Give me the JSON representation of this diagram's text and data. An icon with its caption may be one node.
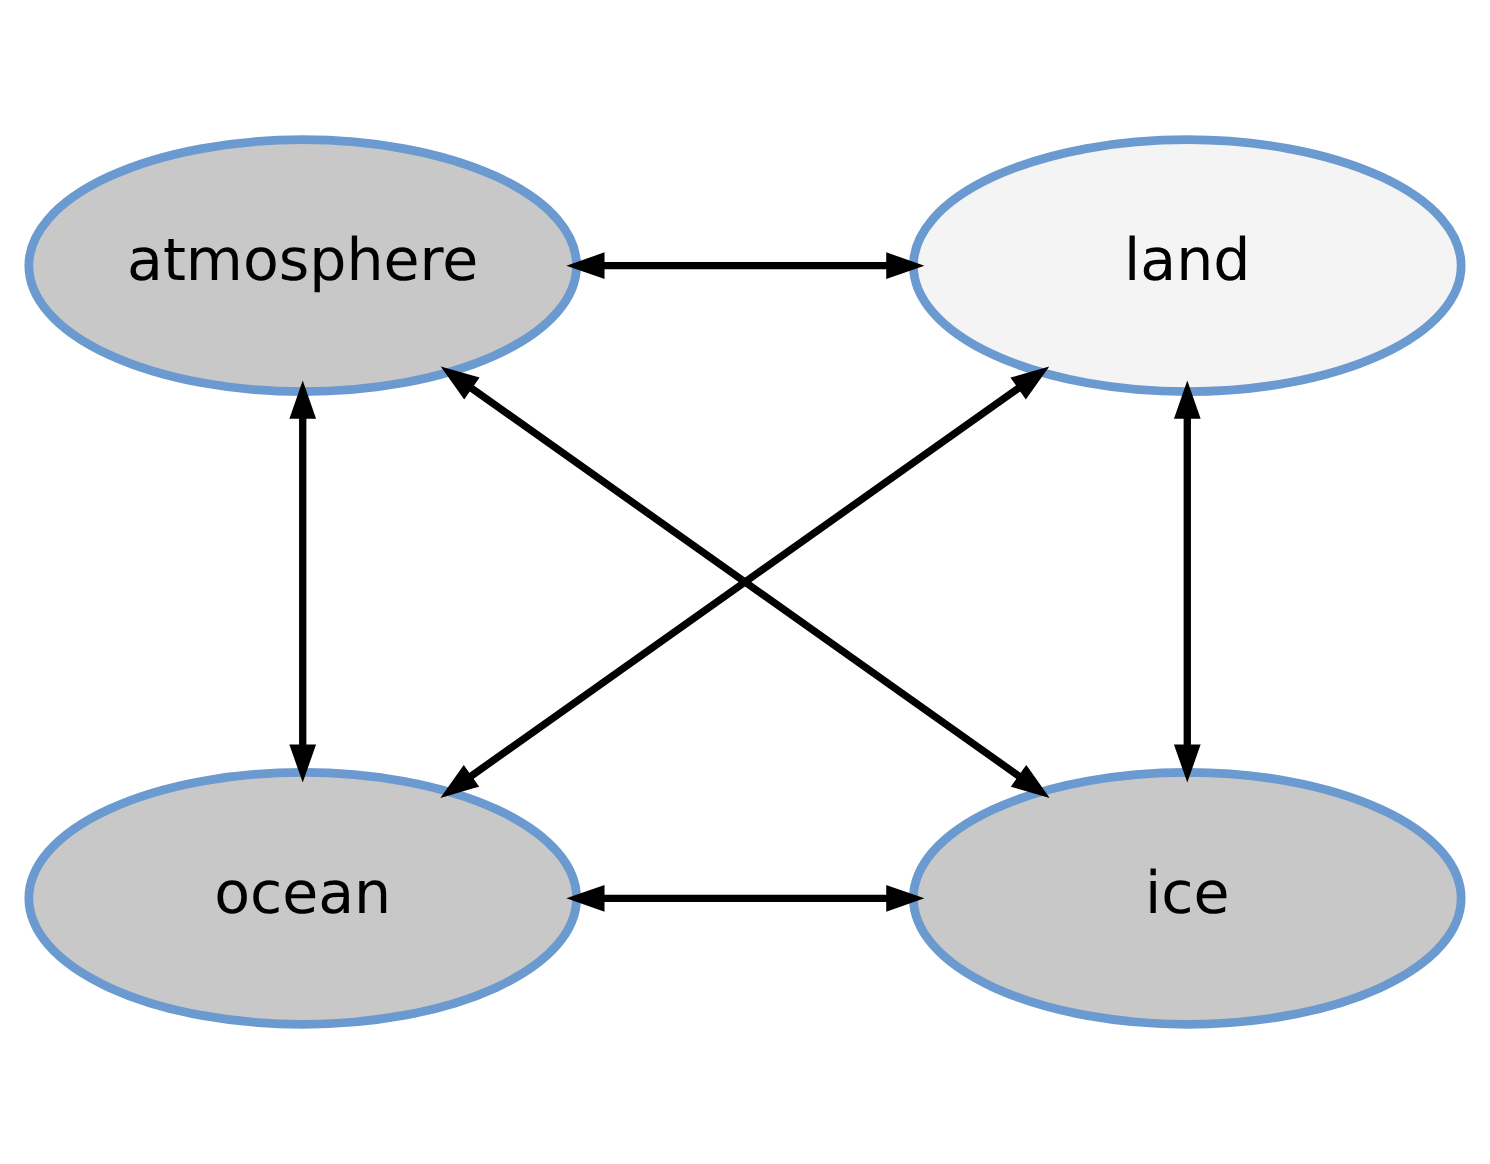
{
  "diagram": {
    "nodes": [
      {
        "text": [
          "atmosphere"
        ]
      },
      {
        "text": [
          "land"
        ]
      },
      {
        "text": [
          "ocean"
        ]
      },
      {
        "text": [
          "ice"
        ]
      }
    ],
    "edges": [
      {
        "from": 0,
        "to": 1,
        "arrow": "both"
      },
      {
        "from": 0,
        "to": 2,
        "arrow": "both"
      },
      {
        "from": 0,
        "to": 3,
        "arrow": "both"
      },
      {
        "from": 1,
        "to": 2,
        "arrow": "both"
      },
      {
        "from": 1,
        "to": 3,
        "arrow": "both"
      },
      {
        "from": 2,
        "to": 3,
        "arrow": "both"
      }
    ]
  }
}
